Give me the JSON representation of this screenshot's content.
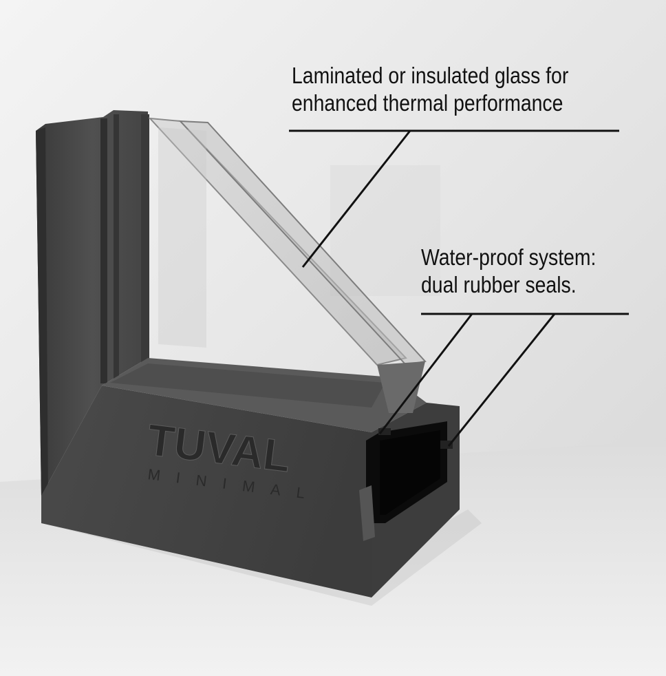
{
  "callouts": {
    "glass": {
      "line1": "Laminated or insulated glass for",
      "line2": "enhanced thermal performance"
    },
    "seals": {
      "line1": "Water-proof system:",
      "line2": "dual rubber seals."
    }
  },
  "brand": {
    "name": "TUVAL",
    "tagline": "MINIMAL"
  },
  "colors": {
    "background": "#e9e9e9",
    "frame": "#4a4a4a",
    "frame_dark": "#2a2a2a",
    "text": "#111111",
    "leader_line": "#111111"
  }
}
